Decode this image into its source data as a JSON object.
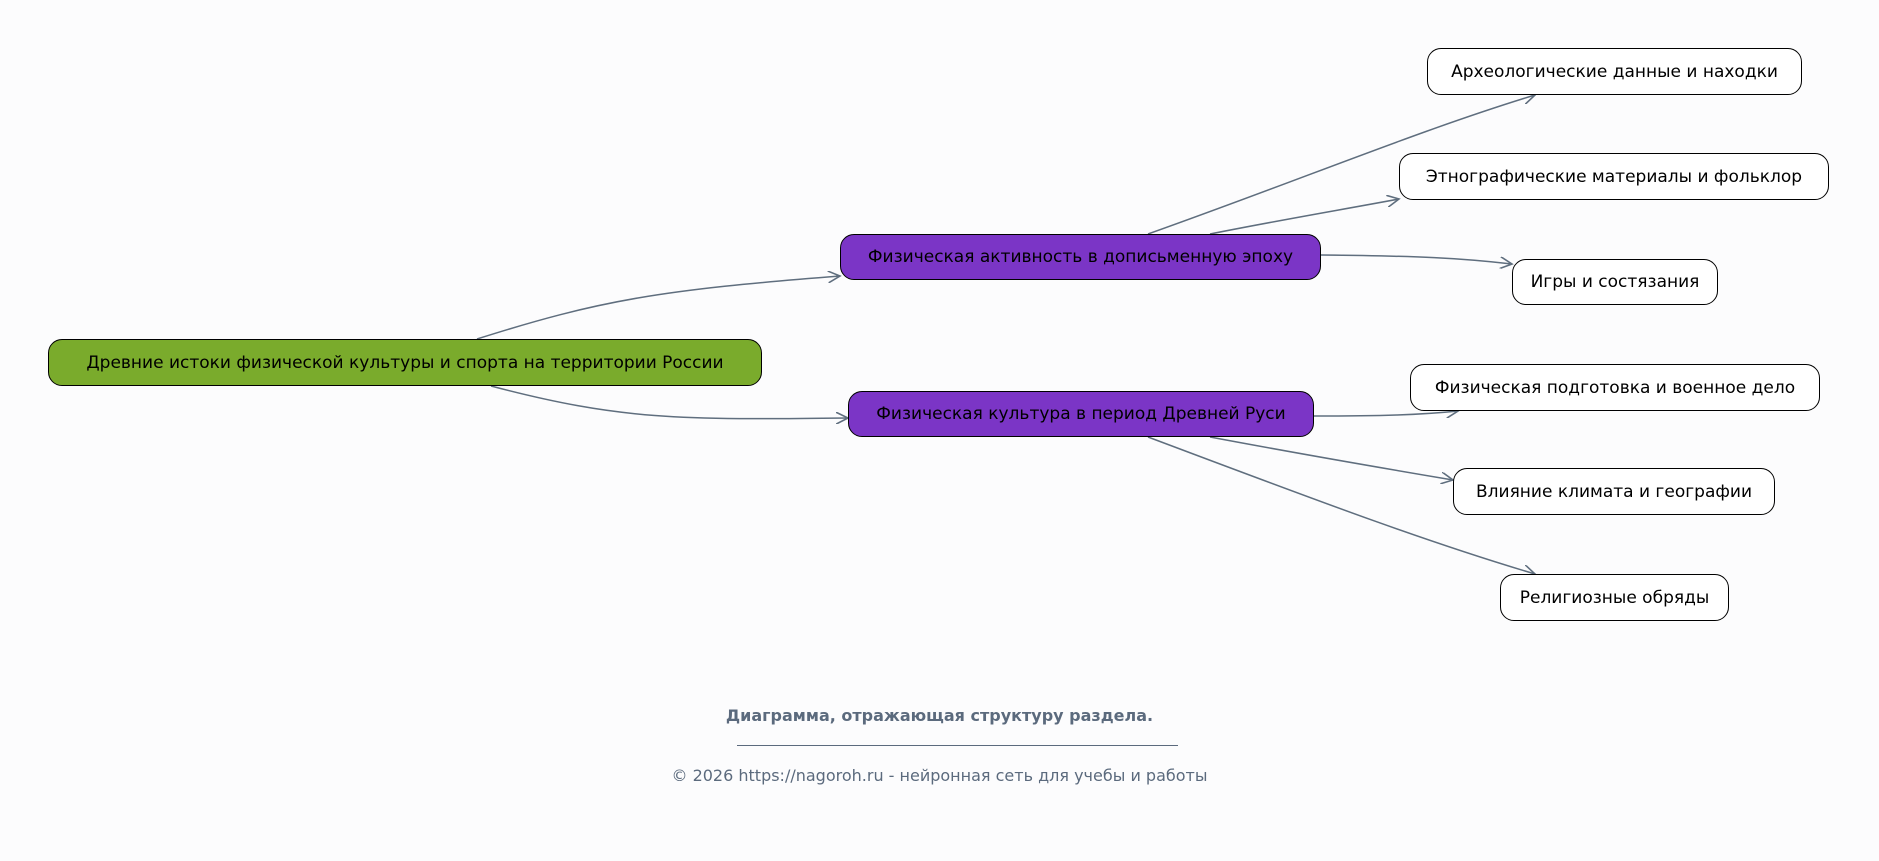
{
  "diagram": {
    "root": "Древние истоки физической культуры и спорта на территории России",
    "branches": [
      {
        "label": "Физическая активность в дописьменную эпоху",
        "children": [
          "Археологические данные и находки",
          "Этнографические материалы и фольклор",
          "Игры и состязания"
        ]
      },
      {
        "label": "Физическая культура в период Древней Руси",
        "children": [
          "Физическая подготовка и военное дело",
          "Влияние климата и географии",
          "Религиозные обряды"
        ]
      }
    ]
  },
  "footer": {
    "caption": "Диаграмма, отражающая структуру раздела.",
    "copyright": "© 2026 https://nagoroh.ru - нейронная сеть для учебы и работы"
  },
  "colors": {
    "root": "#7aab2c",
    "branch": "#7b35c6",
    "edge": "#5f6e7e"
  }
}
